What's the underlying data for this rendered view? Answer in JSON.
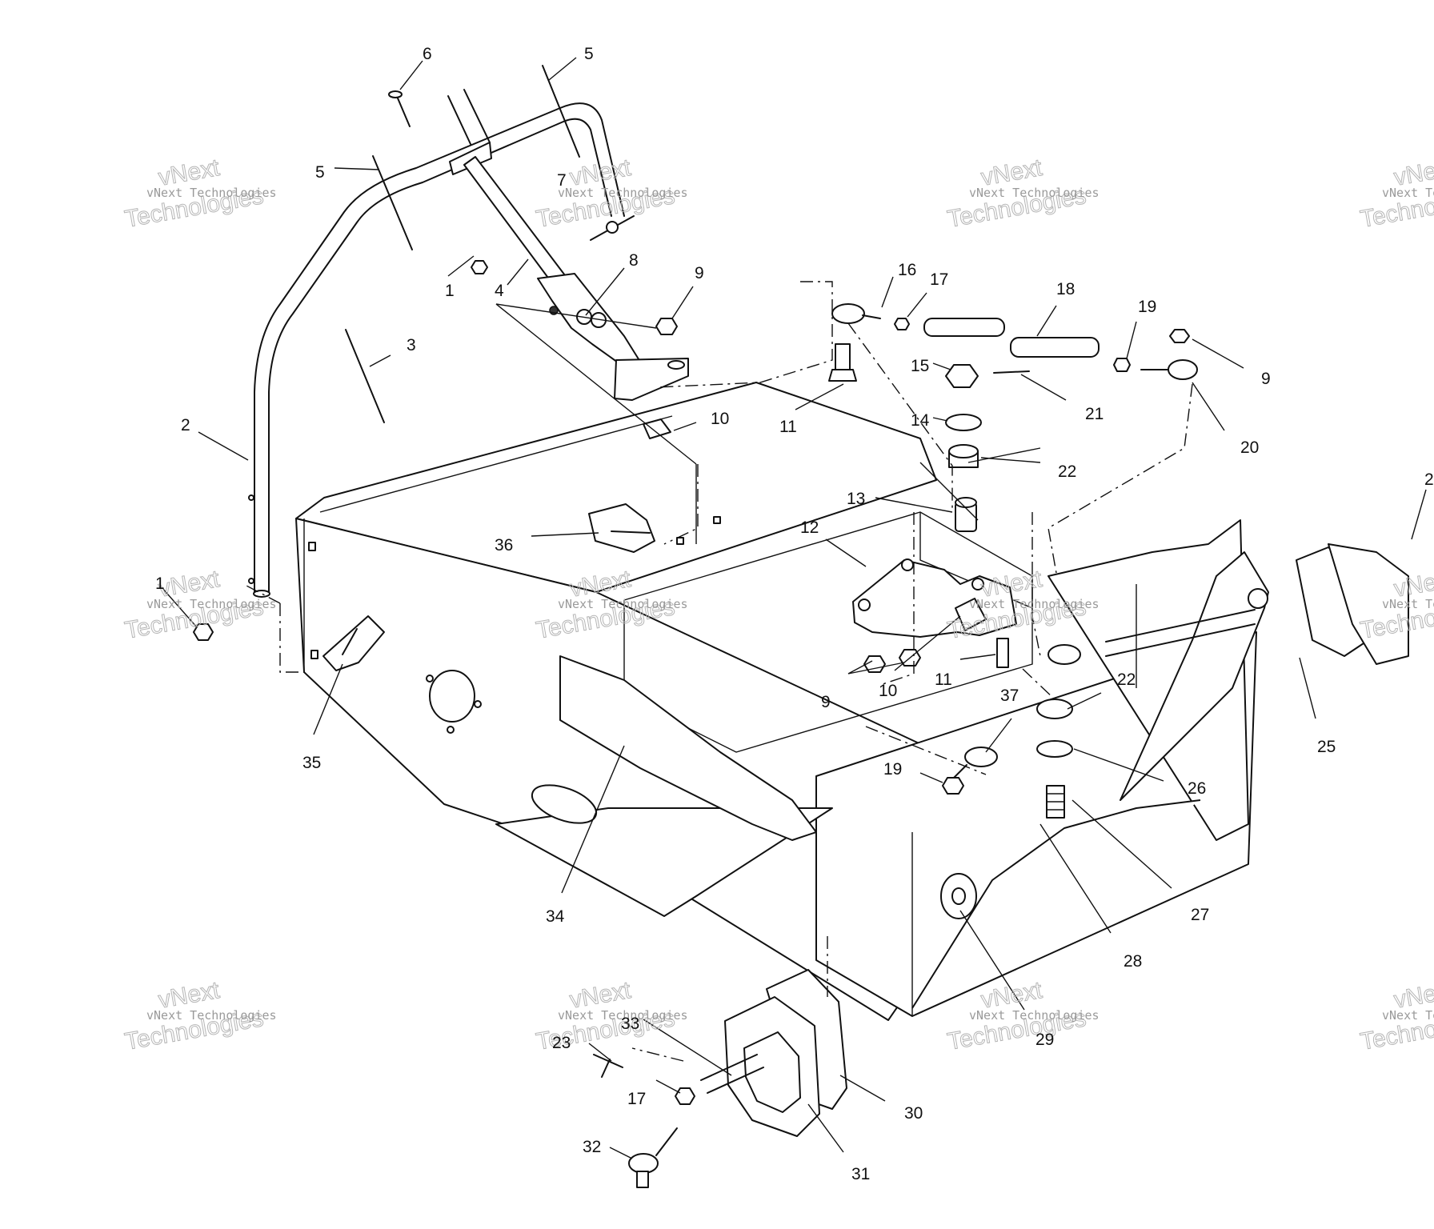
{
  "watermark": {
    "small": "vNext Technologies",
    "big_top": "vNext",
    "big_bottom": "Technologies"
  },
  "callouts": {
    "p6": "6",
    "p5a": "5",
    "p5b": "5",
    "p7": "7",
    "p1a": "1",
    "p4": "4",
    "p8": "8",
    "p9a": "9",
    "p3": "3",
    "p2": "2",
    "p10a": "10",
    "p11a": "11",
    "p16": "16",
    "p17a": "17",
    "p18": "18",
    "p19a": "19",
    "p9b": "9",
    "p15": "15",
    "p21": "21",
    "p14": "14",
    "p22a": "22",
    "p20": "20",
    "p13": "13",
    "p12": "12",
    "p36": "36",
    "p1b": "1",
    "p35": "35",
    "p9c": "9",
    "p10b": "10",
    "p11b": "11",
    "p22b": "22",
    "p37": "37",
    "p19b": "19",
    "p26": "26",
    "p25": "25",
    "p27": "27",
    "p28": "28",
    "p34": "34",
    "p29": "29",
    "p33": "33",
    "p23": "23",
    "p17b": "17",
    "p32": "32",
    "p30": "30",
    "p31": "31",
    "p2edge": "2"
  }
}
